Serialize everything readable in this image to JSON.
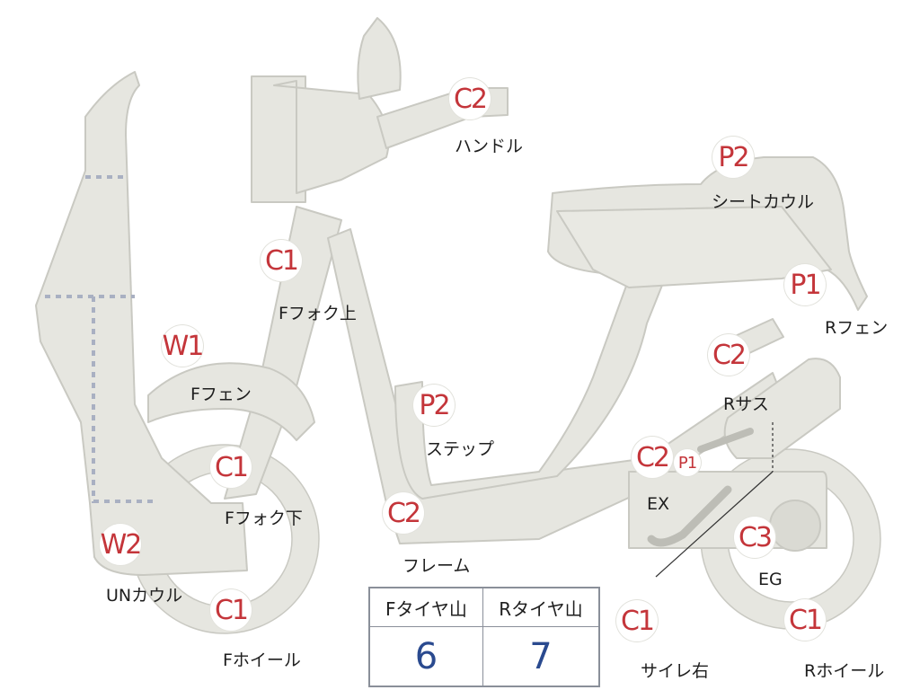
{
  "badges": {
    "handle": "C2",
    "seat_cowl": "P2",
    "fork_upper": "C1",
    "rear_fender": "P1",
    "front_fender": "W1",
    "rear_suspension": "C2",
    "step": "P2",
    "exhaust": "C2",
    "exhaust_sub": "P1",
    "fork_lower": "C1",
    "frame": "C2",
    "under_cowl": "W2",
    "engine": "C3",
    "front_wheel": "C1",
    "silencer_right": "C1",
    "rear_wheel": "C1"
  },
  "labels": {
    "handle": "ハンドル",
    "seat_cowl": "シートカウル",
    "fork_upper": "Fフォク上",
    "rear_fender": "Rフェン",
    "front_fender": "Fフェン",
    "rear_suspension": "Rサス",
    "step": "ステップ",
    "exhaust": "EX",
    "fork_lower": "Fフォク下",
    "frame": "フレーム",
    "under_cowl": "UNカウル",
    "engine": "EG",
    "front_wheel": "Fホイール",
    "silencer_right": "サイレ右",
    "rear_wheel": "Rホイール"
  },
  "tread_table": {
    "headers": [
      "Fタイヤ山",
      "Rタイヤ山"
    ],
    "values": [
      "6",
      "7"
    ]
  },
  "colors": {
    "part_fill": "#e6e6e0",
    "part_stroke": "#c9c9c2",
    "badge_text": "#c4353a",
    "value_text": "#2a4a8f",
    "dash": "#a9b0c2"
  }
}
